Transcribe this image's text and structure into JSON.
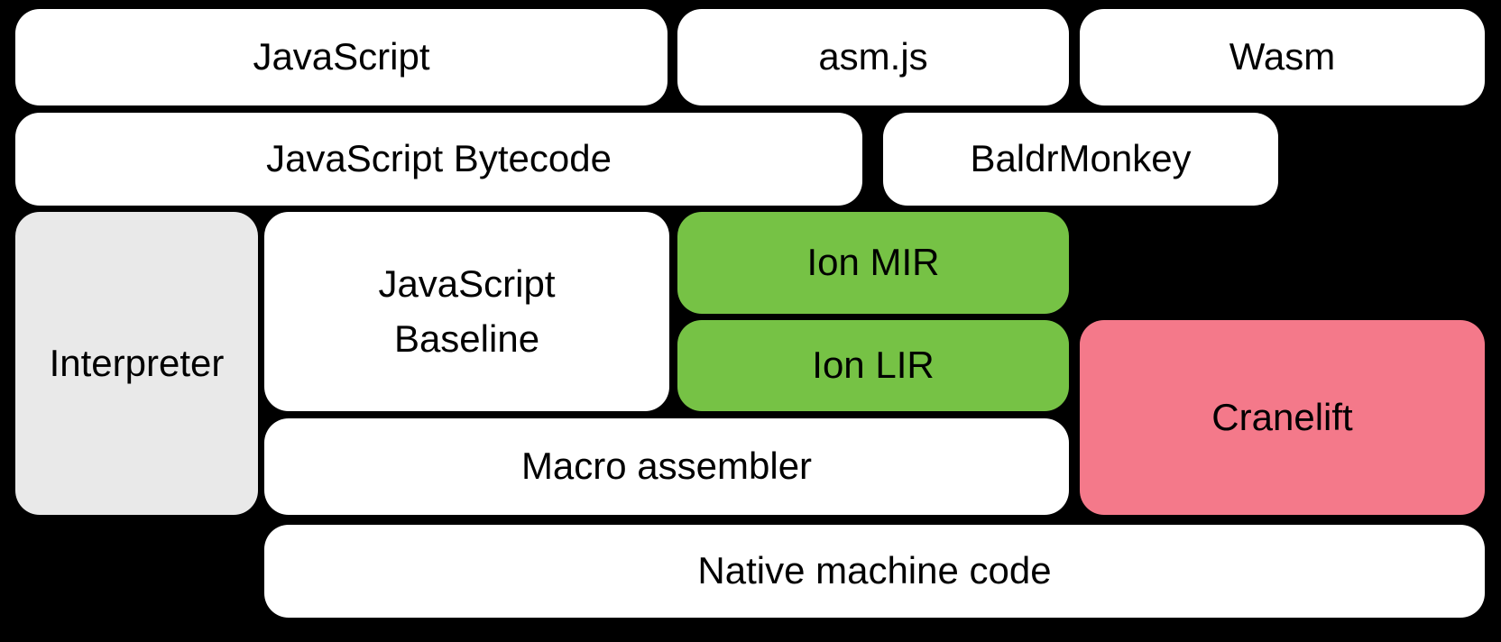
{
  "diagram": {
    "background": "#000000",
    "colors": {
      "white": "#ffffff",
      "gray": "#e9e9e9",
      "green": "#76c245",
      "pink": "#f4798a",
      "text": "#000000"
    },
    "boxes": [
      {
        "id": "javascript",
        "label": "JavaScript",
        "color": "white"
      },
      {
        "id": "asmjs",
        "label": "asm.js",
        "color": "white"
      },
      {
        "id": "wasm",
        "label": "Wasm",
        "color": "white"
      },
      {
        "id": "javascript-bytecode",
        "label": "JavaScript Bytecode",
        "color": "white"
      },
      {
        "id": "baldrmonkey",
        "label": "BaldrMonkey",
        "color": "white"
      },
      {
        "id": "interpreter",
        "label": "Interpreter",
        "color": "gray"
      },
      {
        "id": "javascript-baseline",
        "label": "JavaScript Baseline",
        "color": "white",
        "lines": [
          "JavaScript",
          "Baseline"
        ]
      },
      {
        "id": "ion-mir",
        "label": "Ion MIR",
        "color": "green"
      },
      {
        "id": "ion-lir",
        "label": "Ion LIR",
        "color": "green"
      },
      {
        "id": "cranelift",
        "label": "Cranelift",
        "color": "pink"
      },
      {
        "id": "macro-assembler",
        "label": "Macro assembler",
        "color": "white"
      },
      {
        "id": "native-machine-code",
        "label": "Native machine code",
        "color": "white"
      }
    ]
  }
}
